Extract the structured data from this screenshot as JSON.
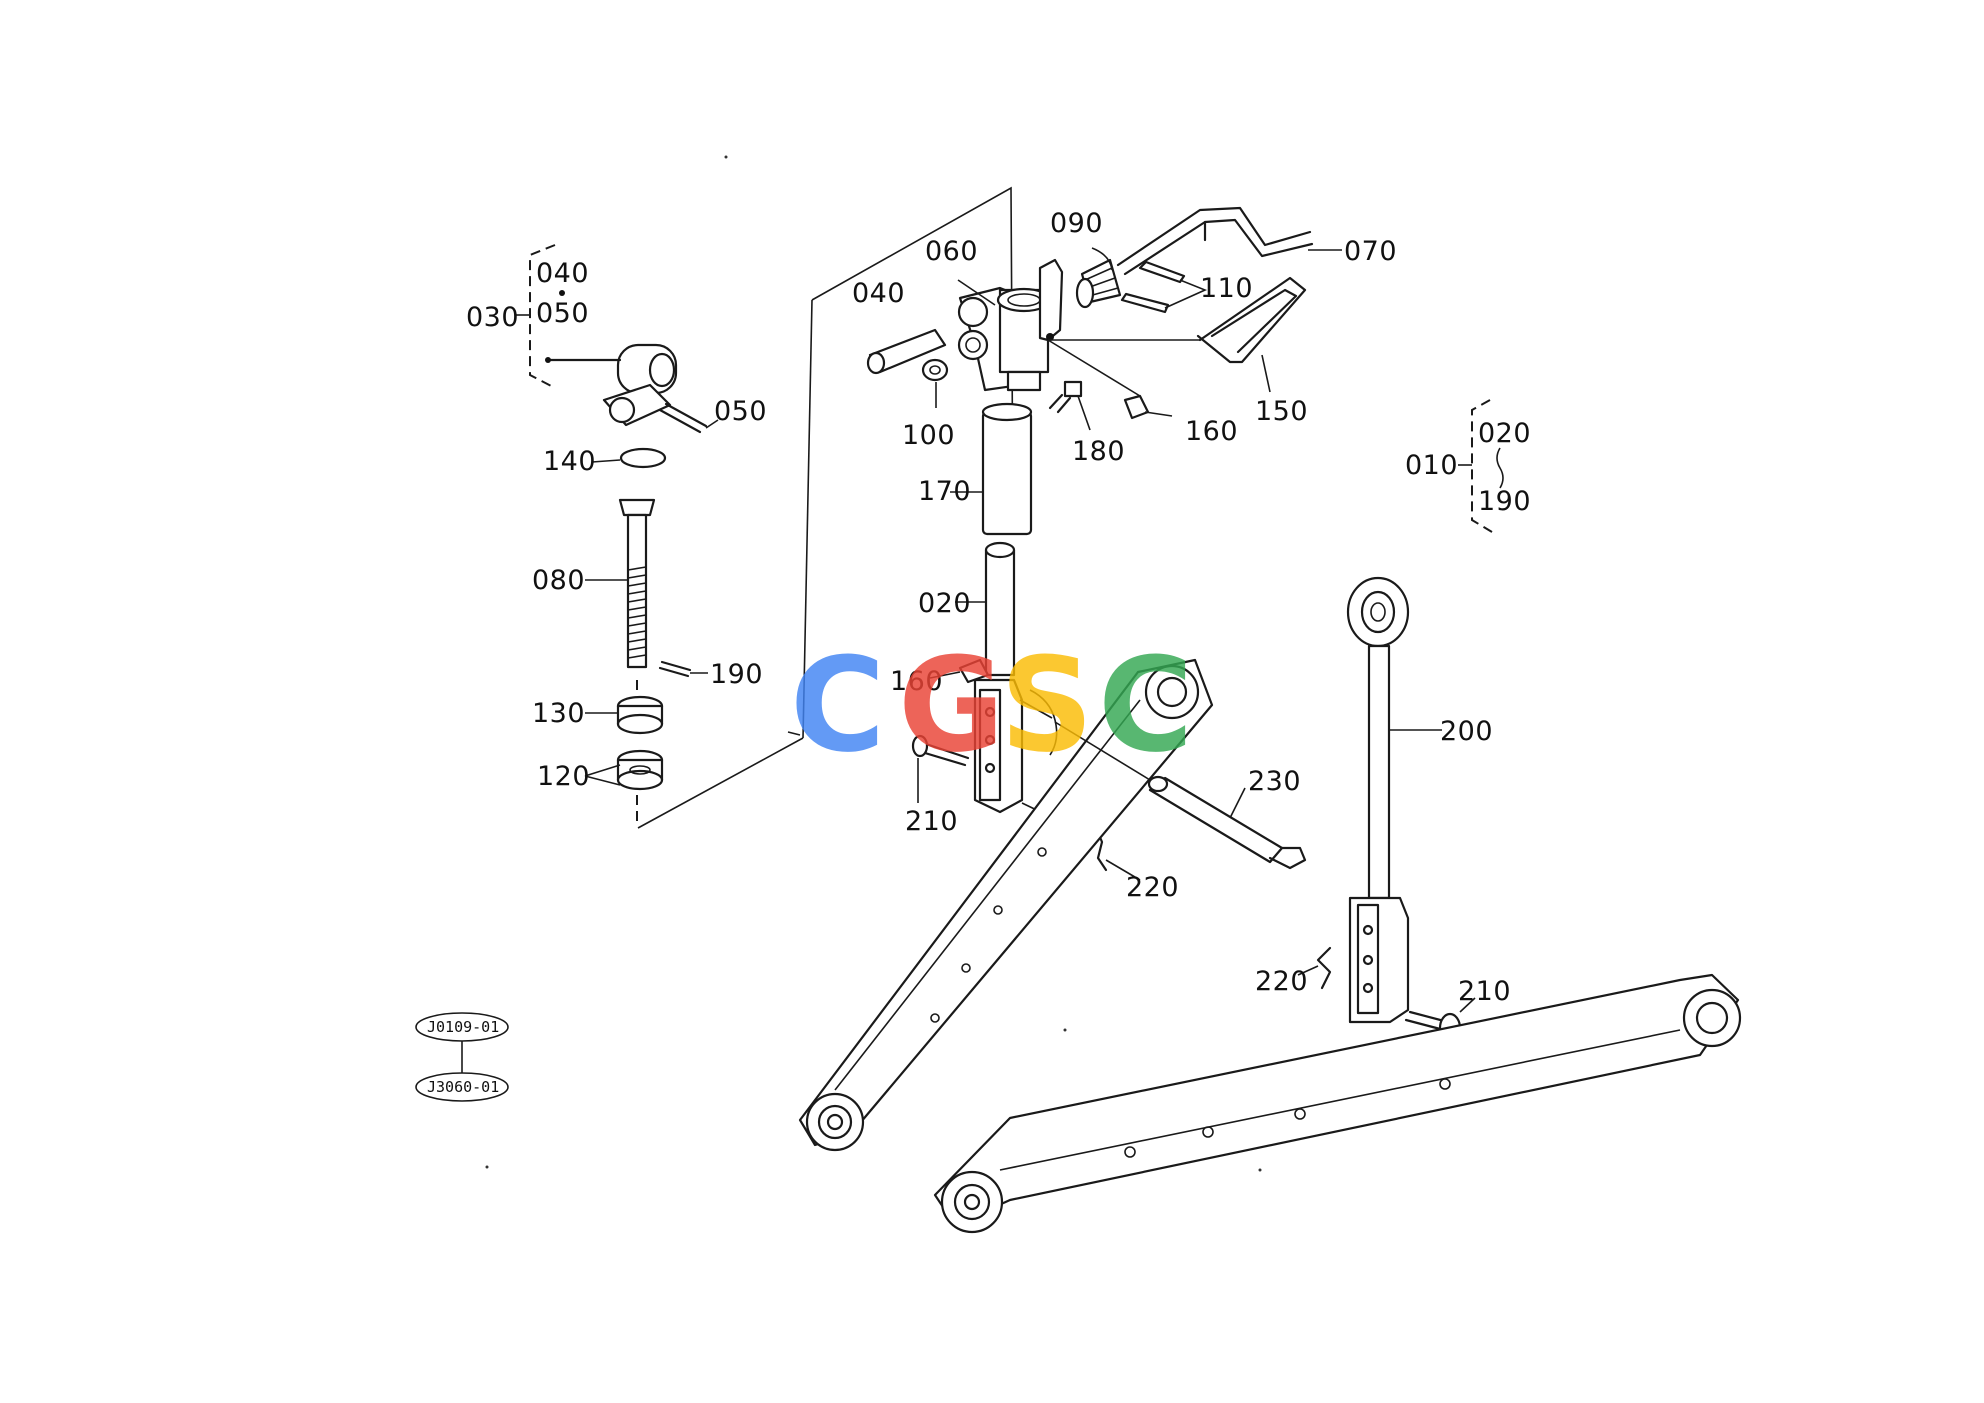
{
  "labels": {
    "l010": "010",
    "l020_group": "020",
    "l190_group": "190",
    "l030": "030",
    "l040_group": "040",
    "l050_group": "050",
    "l040": "040",
    "l050": "050",
    "l060": "060",
    "l070": "070",
    "l080": "080",
    "l090": "090",
    "l100": "100",
    "l110": "110",
    "l120": "120",
    "l130": "130",
    "l140": "140",
    "l150": "150",
    "l160a": "160",
    "l160b": "160",
    "l170": "170",
    "l180": "180",
    "l190": "190",
    "l200": "200",
    "l210a": "210",
    "l210b": "210",
    "l220a": "220",
    "l220b": "220",
    "l230": "230",
    "l020": "020"
  },
  "refs": {
    "ref1": "J0109-01",
    "ref2": "J3060-01"
  },
  "watermark": {
    "letters": [
      "C",
      "G",
      "S",
      "C"
    ],
    "colors": [
      "#4285f4",
      "#ea4335",
      "#fbbc05",
      "#34a853"
    ]
  }
}
